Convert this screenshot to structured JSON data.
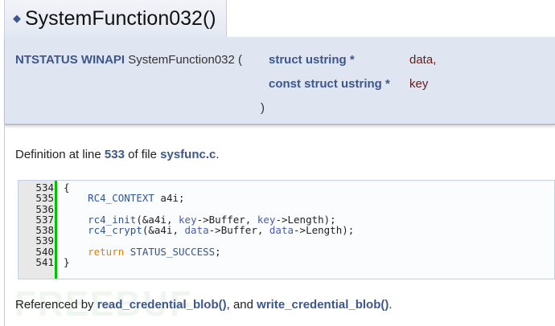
{
  "title": "SystemFunction032()",
  "prototype": {
    "return_type": "NTSTATUS WINAPI",
    "name": "SystemFunction032",
    "open": "(",
    "params": [
      {
        "type": "struct ustring *",
        "name": "data,"
      },
      {
        "type": "const struct ustring *",
        "name": "key"
      }
    ],
    "close": ")"
  },
  "definition": {
    "prefix": "Definition at line",
    "line": "533",
    "middle": "of file",
    "file": "sysfunc.c",
    "suffix": "."
  },
  "code": [
    {
      "n": "534",
      "parts": [
        [
          "",
          "{"
        ]
      ]
    },
    {
      "n": "535",
      "parts": [
        [
          "",
          "    "
        ],
        [
          "t",
          "RC4_CONTEXT"
        ],
        [
          "",
          " a4i;"
        ]
      ]
    },
    {
      "n": "536",
      "parts": []
    },
    {
      "n": "537",
      "parts": [
        [
          "",
          "    "
        ],
        [
          "t",
          "rc4_init"
        ],
        [
          "",
          "(&a4i, "
        ],
        [
          "v",
          "key"
        ],
        [
          "",
          "->Buffer, "
        ],
        [
          "v",
          "key"
        ],
        [
          "",
          "->Length);"
        ]
      ]
    },
    {
      "n": "538",
      "parts": [
        [
          "",
          "    "
        ],
        [
          "t",
          "rc4_crypt"
        ],
        [
          "",
          "(&a4i, "
        ],
        [
          "v",
          "data"
        ],
        [
          "",
          "->Buffer, "
        ],
        [
          "v",
          "data"
        ],
        [
          "",
          "->Length);"
        ]
      ]
    },
    {
      "n": "539",
      "parts": []
    },
    {
      "n": "540",
      "parts": [
        [
          "",
          "    "
        ],
        [
          "k",
          "return"
        ],
        [
          "",
          " "
        ],
        [
          "t",
          "STATUS_SUCCESS"
        ],
        [
          "",
          ";"
        ]
      ]
    },
    {
      "n": "541",
      "parts": [
        [
          "",
          "}"
        ]
      ]
    }
  ],
  "referenced": {
    "prefix": "Referenced by",
    "link1": "read_credential_blob()",
    "middle": ", and",
    "link2": "write_credential_blob()",
    "suffix": "."
  },
  "watermark": "FREEBUF",
  "colors": {
    "link": "#3d578c",
    "param": "#602020",
    "keyword": "#e08000",
    "line_bar": "#00c000"
  }
}
